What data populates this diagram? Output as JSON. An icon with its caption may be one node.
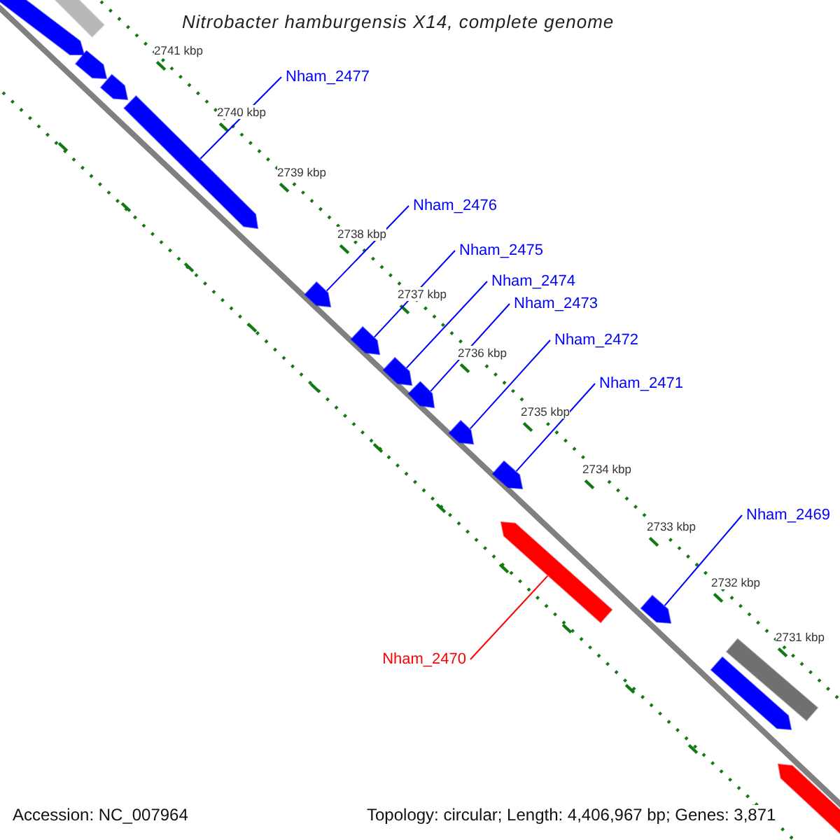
{
  "diagram": {
    "title": "Nitrobacter hamburgensis X14, complete genome",
    "nodes": [
      {
        "text": [
          "Nham_2477"
        ]
      },
      {
        "text": [
          "Nham_2476"
        ]
      },
      {
        "text": [
          "Nham_2475"
        ]
      },
      {
        "text": [
          "Nham_2474"
        ]
      },
      {
        "text": [
          "Nham_2473"
        ]
      },
      {
        "text": [
          "Nham_2472"
        ]
      },
      {
        "text": [
          "Nham_2471"
        ]
      },
      {
        "text": [
          "Nham_2469"
        ]
      },
      {
        "text": [
          "Nham_2470"
        ]
      },
      {
        "text": [],
        "shape": "pentagon"
      },
      {
        "text": [],
        "shape": "bar"
      },
      {
        "text": [],
        "shape": "pentagon"
      },
      {
        "text": [],
        "shape": "pentagon"
      },
      {
        "text": [],
        "shape": "pentagon"
      },
      {
        "text": [],
        "shape": "pentagon"
      },
      {
        "text": [],
        "shape": "pentagon"
      },
      {
        "text": [],
        "shape": "pentagon"
      },
      {
        "text": [],
        "shape": "pentagon"
      },
      {
        "text": [],
        "shape": "pentagon"
      },
      {
        "text": [],
        "shape": "pentagon"
      },
      {
        "text": [],
        "shape": "pentagon"
      },
      {
        "text": [],
        "shape": "pentagon"
      },
      {
        "text": [],
        "shape": "bar"
      },
      {
        "text": [],
        "shape": "pentagon"
      },
      {
        "text": [],
        "shape": "pentagon"
      }
    ],
    "edges": [
      {
        "from": 0,
        "to": 13,
        "arrow": "none"
      },
      {
        "from": 1,
        "to": 14,
        "arrow": "none"
      },
      {
        "from": 2,
        "to": 15,
        "arrow": "none"
      },
      {
        "from": 3,
        "to": 16,
        "arrow": "none"
      },
      {
        "from": 4,
        "to": 17,
        "arrow": "none"
      },
      {
        "from": 5,
        "to": 18,
        "arrow": "none"
      },
      {
        "from": 6,
        "to": 19,
        "arrow": "none"
      },
      {
        "from": 7,
        "to": 21,
        "arrow": "none"
      },
      {
        "from": 8,
        "to": 20,
        "arrow": "none",
        "color": "#ff0000"
      }
    ],
    "labels": [
      "2741 kbp",
      "2740 kbp",
      "2739 kbp",
      "2738 kbp",
      "2737 kbp",
      "2736 kbp",
      "2735 kbp",
      "2734 kbp",
      "2733 kbp",
      "2732 kbp",
      "2731 kbp",
      "Accession: NC_007964",
      "Topology: circular; Length: 4,406,967 bp; Genes: 3,871"
    ]
  }
}
